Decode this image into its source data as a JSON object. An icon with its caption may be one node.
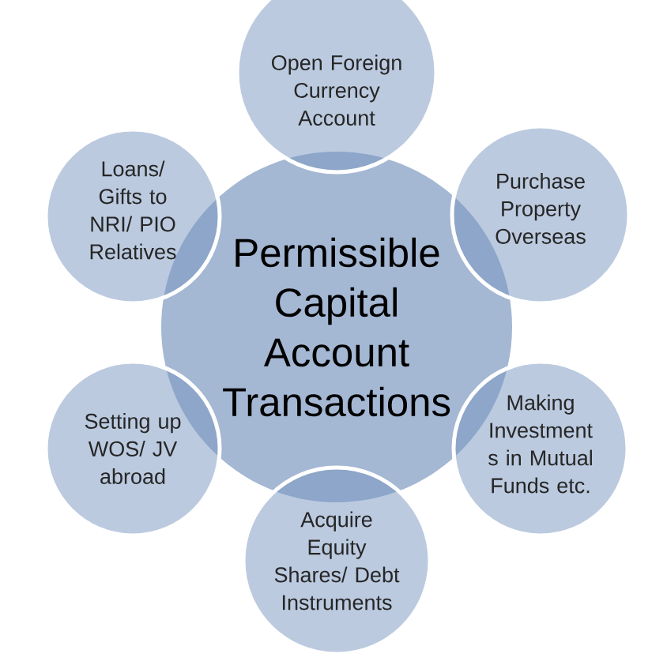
{
  "diagram": {
    "nodes": [
      {
        "text": [
          "Permissible Capital Account Transactions"
        ]
      },
      {
        "text": [
          "Open Foreign Currency Account"
        ]
      },
      {
        "text": [
          "Purchase Property Overseas"
        ]
      },
      {
        "text": [
          "Making Investment s in Mutual Funds etc."
        ]
      },
      {
        "text": [
          "Acquire Equity Shares/ Debt Instruments"
        ]
      },
      {
        "text": [
          "Setting up WOS/ JV abroad"
        ]
      },
      {
        "text": [
          "Loans/ Gifts to NRI/ PIO Relatives"
        ]
      }
    ]
  }
}
